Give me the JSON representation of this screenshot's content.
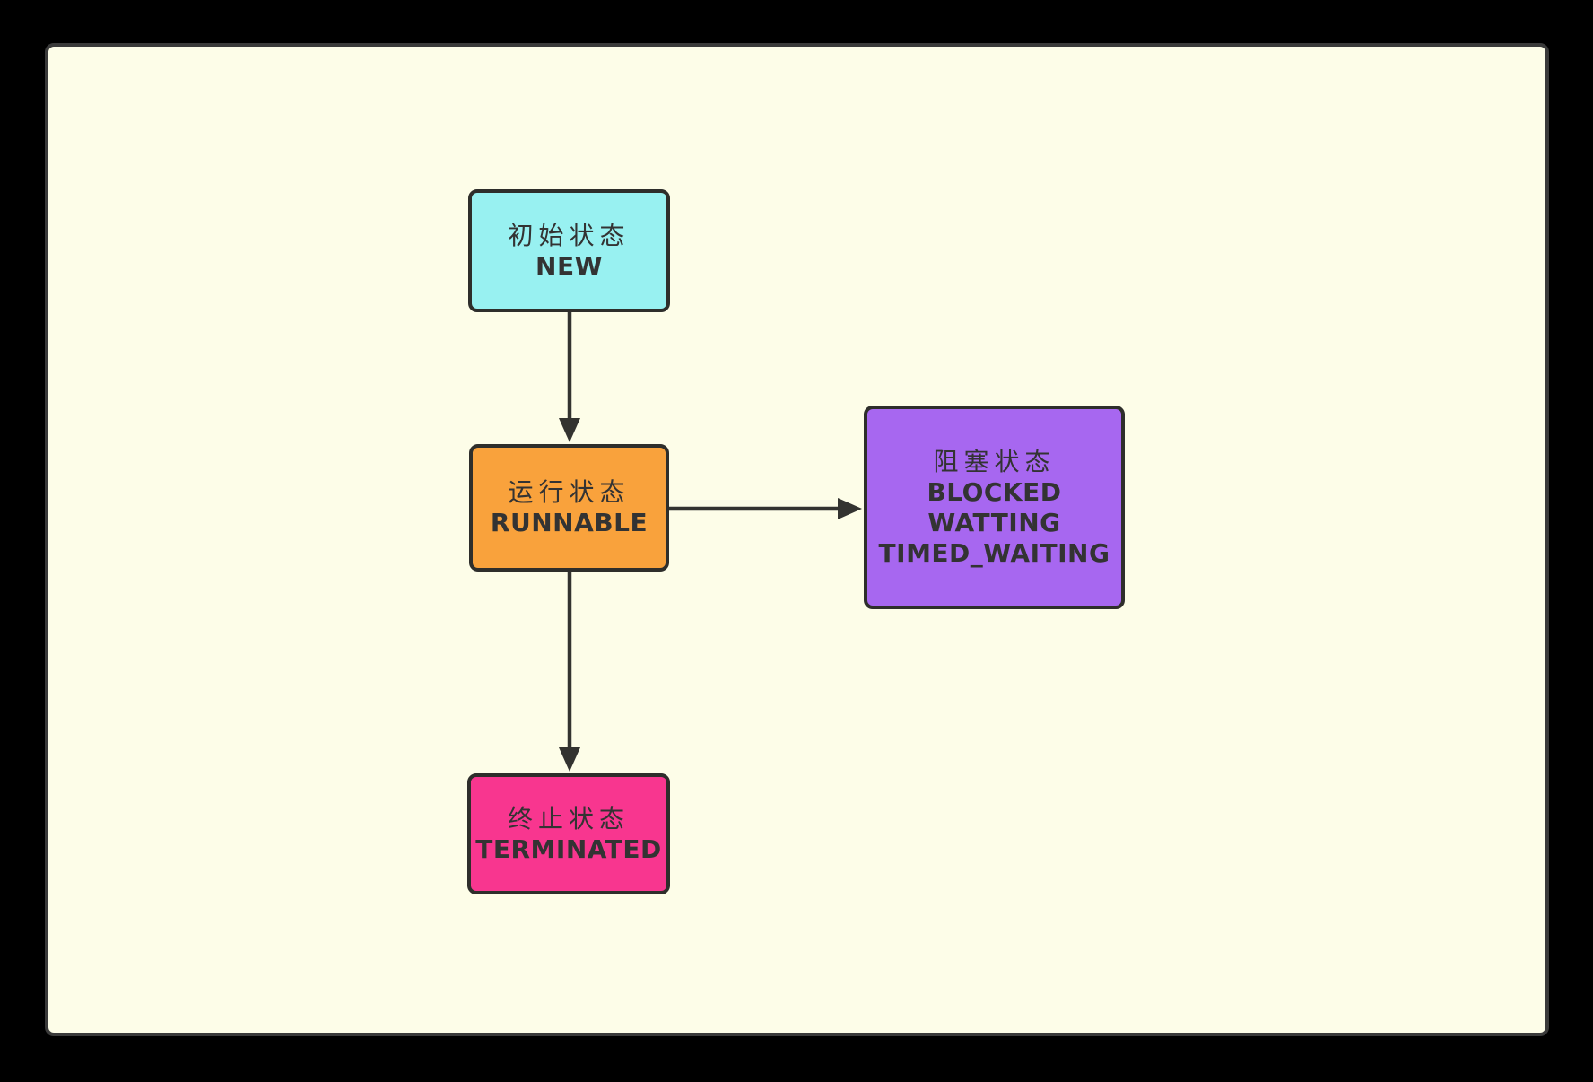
{
  "page": {
    "outer_background": "#000000",
    "canvas_background": "#fdfde8",
    "canvas_border_color": "#3a3a3a"
  },
  "colors": {
    "edge": "#333330",
    "node_border": "#2e2e2b",
    "text": "#333333",
    "new_fill": "#98f1f1",
    "runnable_fill": "#f9a23c",
    "blocked_fill": "#a767f0",
    "terminated_fill": "#f8368f"
  },
  "nodes": {
    "new": {
      "title_zh": "初始状态",
      "lines_en": [
        "NEW"
      ],
      "fill": "#98f1f1"
    },
    "runnable": {
      "title_zh": "运行状态",
      "lines_en": [
        "RUNNABLE"
      ],
      "fill": "#f9a23c"
    },
    "blocked": {
      "title_zh": "阻塞状态",
      "lines_en": [
        "BLOCKED",
        "WATTING",
        "TIMED_WAITING"
      ],
      "fill": "#a767f0"
    },
    "terminated": {
      "title_zh": "终止状态",
      "lines_en": [
        "TERMINATED"
      ],
      "fill": "#f8368f"
    }
  },
  "edges": [
    {
      "from": "new",
      "to": "runnable",
      "direction": "down"
    },
    {
      "from": "runnable",
      "to": "blocked",
      "direction": "right"
    },
    {
      "from": "runnable",
      "to": "terminated",
      "direction": "down"
    }
  ]
}
